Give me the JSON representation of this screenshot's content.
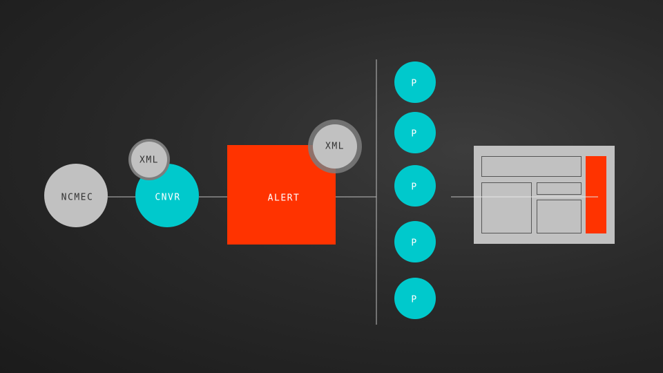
{
  "colors": {
    "gray": "#c1c1c1",
    "cyan": "#00c9cc",
    "red": "#ff3300",
    "line": "#bdbdbd",
    "dark_text": "#333333",
    "light_text": "#ffffff",
    "xml_ring": "#7d7d7d"
  },
  "nodes": {
    "source": "NCMEC",
    "converter": "CNVR",
    "alert": "ALERT",
    "xml_converter": "XML",
    "xml_alert": "XML",
    "processors": [
      "P",
      "P",
      "P",
      "P",
      "P"
    ]
  }
}
